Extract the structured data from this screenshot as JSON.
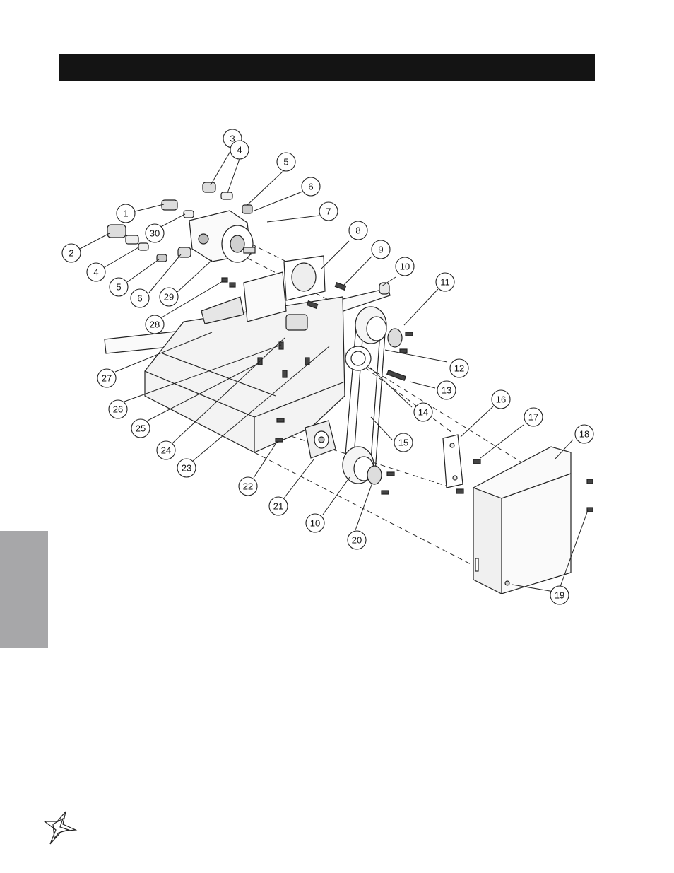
{
  "page": {
    "logo_icon": "starburst-logo-icon"
  },
  "diagram": {
    "callouts": [
      "1",
      "2",
      "3",
      "4",
      "5",
      "6",
      "7",
      "8",
      "9",
      "10",
      "11",
      "12",
      "13",
      "14",
      "15",
      "16",
      "17",
      "18",
      "19",
      "20",
      "21",
      "22",
      "23",
      "24",
      "25",
      "26",
      "27",
      "28",
      "29",
      "30"
    ]
  }
}
